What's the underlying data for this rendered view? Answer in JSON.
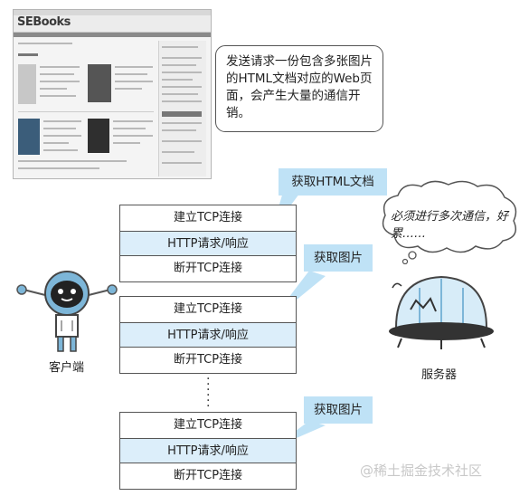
{
  "screenshot": {
    "brand": "SEBooks"
  },
  "bubble_text": "发送请求一份包含多张图片的HTML文档对应的Web页面，会产生大量的通信开销。",
  "thought_text": "必须进行多次通信，好累……",
  "stacks": [
    {
      "rows": [
        "建立TCP连接",
        "HTTP请求/响应",
        "断开TCP连接"
      ],
      "tag": "获取HTML文档"
    },
    {
      "rows": [
        "建立TCP连接",
        "HTTP请求/响应",
        "断开TCP连接"
      ],
      "tag": "获取图片"
    },
    {
      "rows": [
        "建立TCP连接",
        "HTTP请求/响应",
        "断开TCP连接"
      ],
      "tag": "获取图片"
    }
  ],
  "client_label": "客户端",
  "server_label": "服务器",
  "watermark": "@稀土掘金技术社区",
  "colors": {
    "highlight_row": "#dceefa",
    "tag_fill": "#bfe2f6",
    "robot_blue": "#7db6d8",
    "line": "#555555"
  }
}
